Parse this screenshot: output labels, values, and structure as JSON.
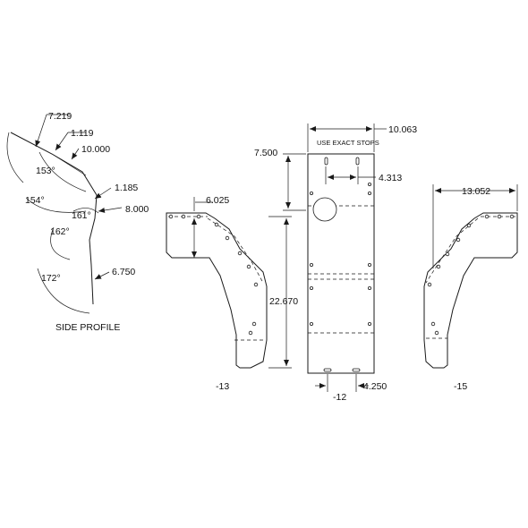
{
  "side_profile": {
    "title": "SIDE PROFILE",
    "dims": {
      "d1": "7.219",
      "d2": "1.119",
      "d3": "10.000",
      "d4": "1.185",
      "d5": "8.000",
      "d6": "6.750"
    },
    "angles": {
      "a1": "153°",
      "a2": "154°",
      "a3": "161°",
      "a4": "162°",
      "a5": "172°"
    }
  },
  "part_13": {
    "label": "-13",
    "dims": {
      "width": "6.025",
      "height": "22.670"
    }
  },
  "part_12": {
    "label": "-12",
    "note": "USE EXACT STOPS",
    "dims": {
      "width": "10.063",
      "offset_y": "7.500",
      "slot_x": "4.313",
      "bottom_slot": "4.250"
    }
  },
  "part_15": {
    "label": "-15",
    "dims": {
      "width": "13.052"
    }
  },
  "colors": {
    "line": "#1a1a1a",
    "background": "#ffffff"
  }
}
